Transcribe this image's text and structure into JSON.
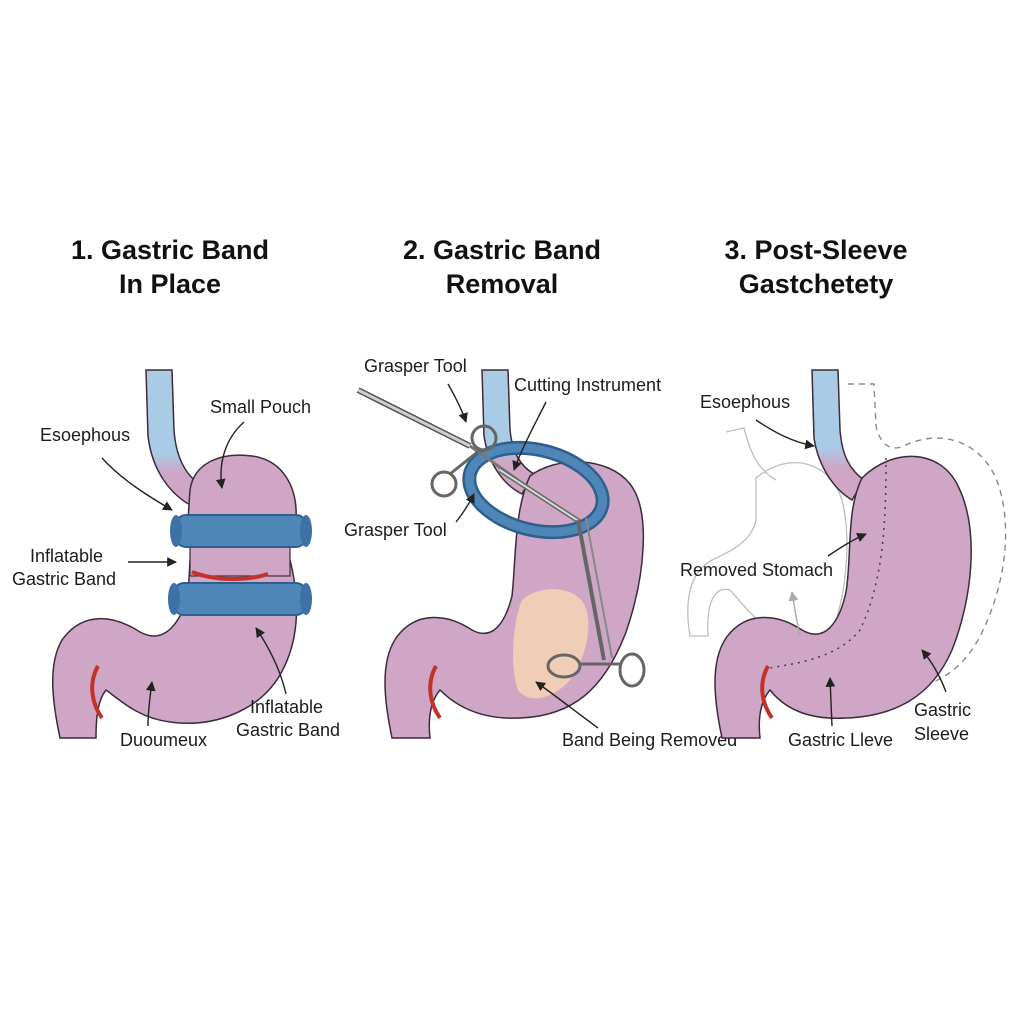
{
  "panels": [
    {
      "title_line1": "1. Gastric Band",
      "title_line2": "In Place",
      "labels": {
        "esophagus": "Esoephous",
        "small_pouch": "Small Pouch",
        "band_upper_line1": "Inflatable",
        "band_upper_line2": "Gastric Band",
        "band_lower_line1": "Inflatable",
        "band_lower_line2": "Gastric Band",
        "duodenum": "Duoumeux"
      }
    },
    {
      "title_line1": "2. Gastric Band",
      "title_line2": "Removal",
      "labels": {
        "grasper_top": "Grasper Tool",
        "cutting": "Cutting Instrument",
        "grasper_left": "Grasper Tool",
        "band_removed": "Band Being Removed"
      }
    },
    {
      "title_line1": "3. Post-Sleeve",
      "title_line2": "Gastchetety",
      "labels": {
        "esophagus": "Esoephous",
        "removed_stomach": "Removed Stomach",
        "gastric_lleve": "Gastric Lleve",
        "sleeve_line1": "Gastric",
        "sleeve_line2": "Sleeve"
      }
    }
  ],
  "colors": {
    "stomach": "#cfa6c6",
    "stomach_outline": "#3a2c3a",
    "esophagus_top": "#a9cbe6",
    "band": "#4f86b8",
    "band_dark": "#2d5f8f",
    "scar": "#c2322b",
    "removal_area": "#f6d3b4"
  }
}
